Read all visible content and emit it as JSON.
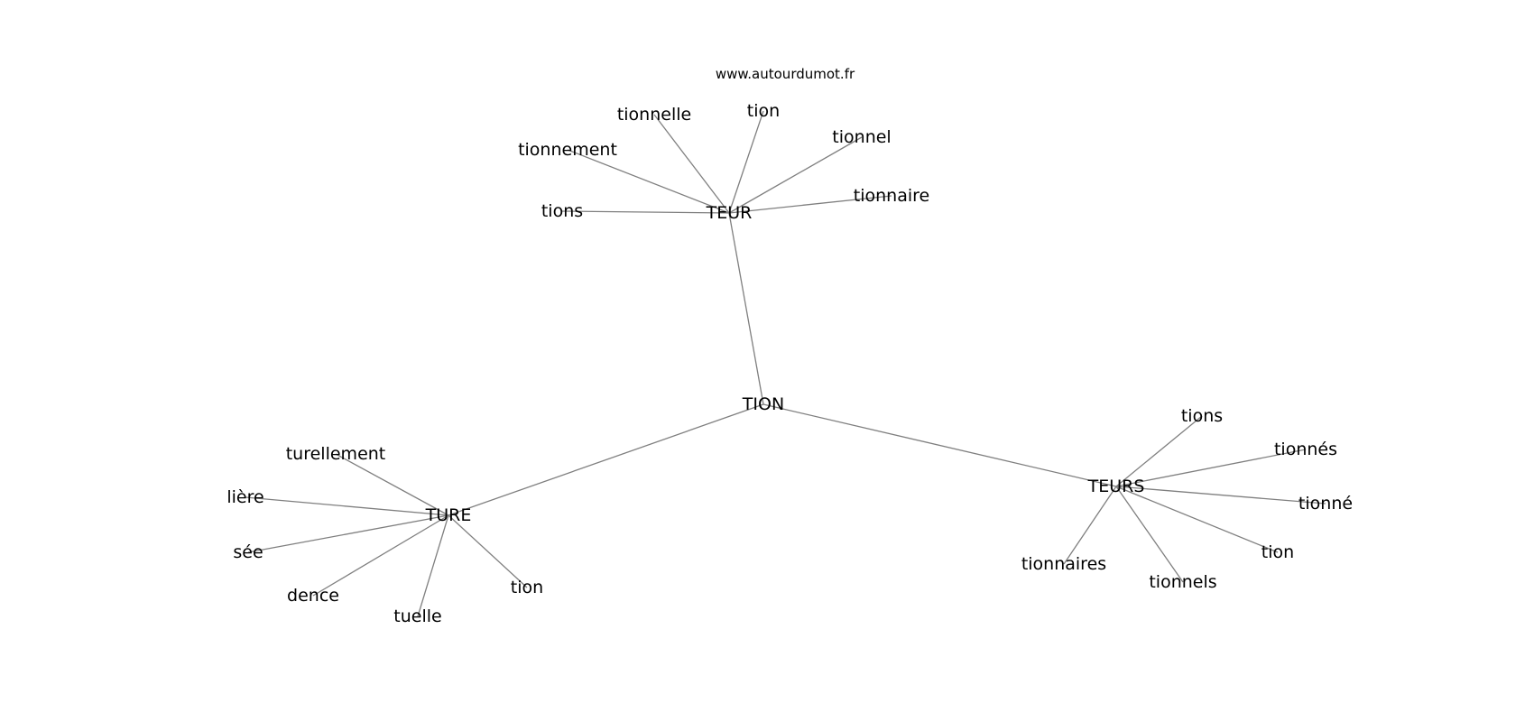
{
  "title": "www.autourdumot.fr",
  "root": "TION",
  "hubs": [
    {
      "label": "TEUR",
      "children": [
        "tionnelle",
        "tion",
        "tionnel",
        "tionnement",
        "tions",
        "tionnaire"
      ]
    },
    {
      "label": "TURE",
      "children": [
        "turellement",
        "lière",
        "sée",
        "dence",
        "tuelle",
        "tion"
      ]
    },
    {
      "label": "TEURS",
      "children": [
        "tions",
        "tionnés",
        "tionné",
        "tion",
        "tionnels",
        "tionnaires"
      ]
    }
  ]
}
